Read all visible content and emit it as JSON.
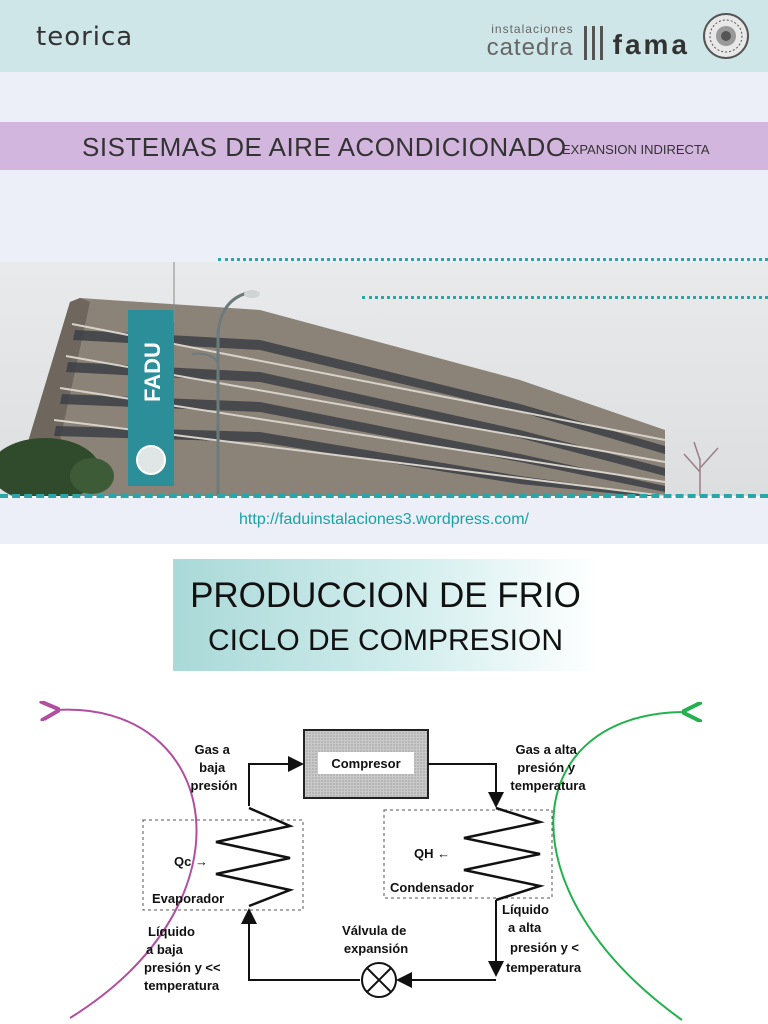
{
  "header": {
    "teorica": "teorica",
    "brand_small": "instalaciones",
    "brand_catedra": "catedra",
    "brand_fama": "fama"
  },
  "banner": {
    "title": "SISTEMAS DE AIRE ACONDICIONADO",
    "subtitle": "EXPANSION INDIRECTA"
  },
  "photo": {
    "sign_text": "FADU"
  },
  "link": {
    "url": "http://faduinstalaciones3.wordpress.com/"
  },
  "section": {
    "line1": "PRODUCCION DE FRIO",
    "line2": "CICLO DE COMPRESION"
  },
  "diagram": {
    "compresor": "Compresor",
    "gas_baja": [
      "Gas a",
      "baja",
      "presión"
    ],
    "gas_alta": [
      "Gas a alta",
      "presión y",
      "temperatura"
    ],
    "qc": "Qc →",
    "qh": "QH ←",
    "evaporador": "Evaporador",
    "condensador": "Condensador",
    "liq_baja": [
      "Líquido",
      "a baja",
      "presión y <<",
      "temperatura"
    ],
    "valvula": [
      "Válvula de",
      "expansión"
    ],
    "liq_alta": [
      "Líquido",
      "a alta",
      "presión y <",
      "temperatura"
    ]
  },
  "colors": {
    "header_bg": "#cfe6e8",
    "banner_purple": "#d3b6de",
    "teal": "#2aa6a8",
    "pale": "#eceef8"
  }
}
